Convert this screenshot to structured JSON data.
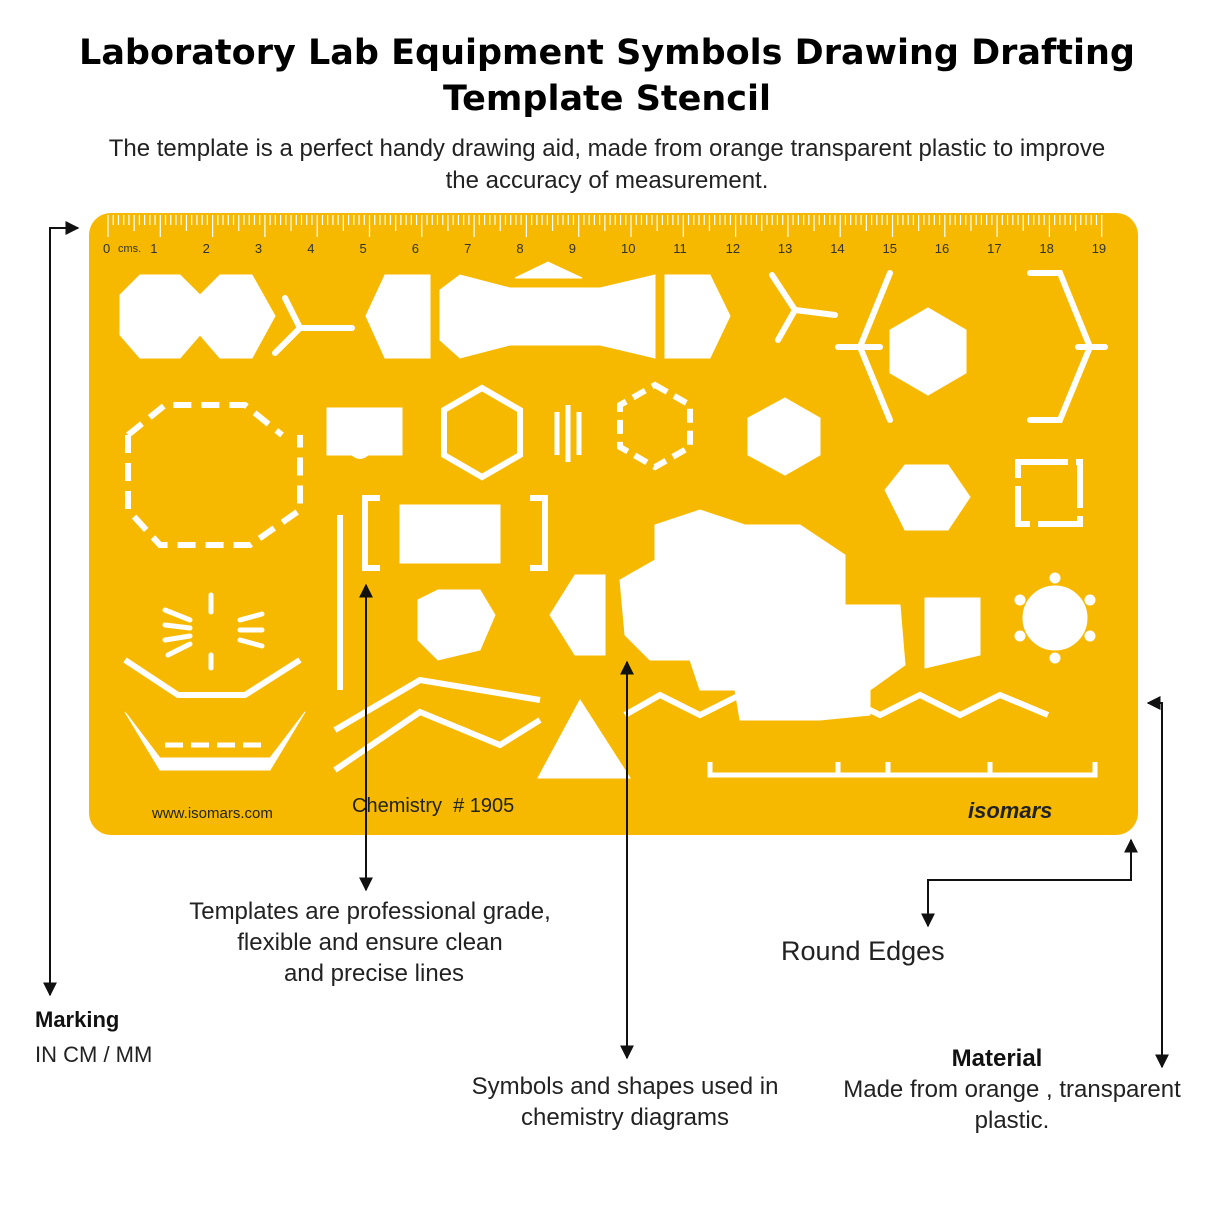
{
  "title_line1": "Laboratory Lab Equipment Symbols Drawing Drafting",
  "title_line2": "Template Stencil",
  "subtitle_line1": "The template is a perfect handy drawing aid, made from orange transparent plastic to improve",
  "subtitle_line2": "the accuracy of measurement.",
  "colors": {
    "stencil": "#F7B900",
    "cutout": "#ffffff",
    "ink": "#111111"
  },
  "ruler": {
    "unit_label": "cms.",
    "numbers": [
      "0",
      "1",
      "2",
      "3",
      "4",
      "5",
      "6",
      "7",
      "8",
      "9",
      "10",
      "11",
      "12",
      "13",
      "14",
      "15",
      "16",
      "17",
      "18",
      "19"
    ]
  },
  "stencil": {
    "website": "www.isomars.com",
    "model": "Chemistry  # 1905",
    "brand": "isomars"
  },
  "callouts": {
    "professional": [
      "Templates are professional grade,",
      "flexible and ensure clean",
      "and precise lines"
    ],
    "round_edges": "Round Edges",
    "marking_title": "Marking",
    "marking_value": "IN CM / MM",
    "symbols": [
      "Symbols and shapes used in",
      "chemistry diagrams"
    ],
    "material_title": "Material",
    "material_text": [
      "Made from orange , transparent",
      "plastic."
    ]
  }
}
